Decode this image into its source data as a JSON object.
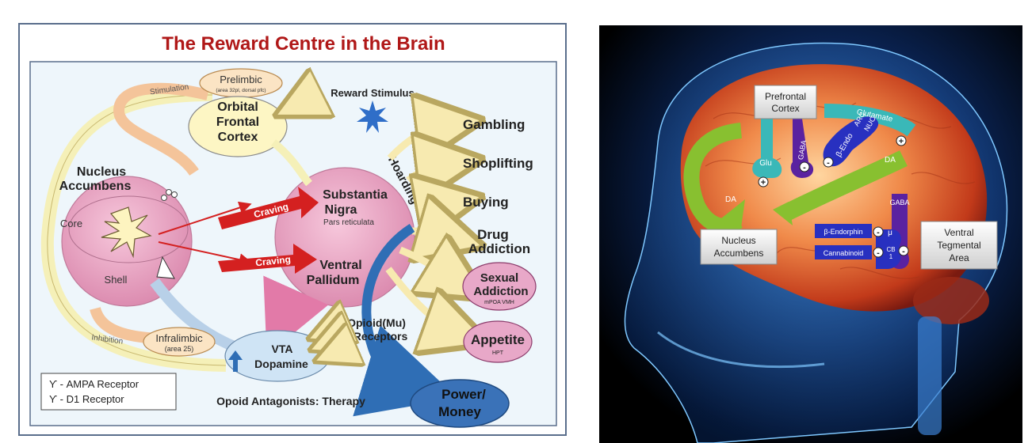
{
  "left_diagram": {
    "title": "The Reward Centre in the  Brain",
    "title_color": "#b01818",
    "nucleus_accumbens": {
      "line1": "Nucleus",
      "line2": "Accumbens",
      "core": "Core",
      "shell": "Shell"
    },
    "prelimbic": {
      "name": "Prelimbic",
      "detail": "(area 32pl, dorsal pfc)"
    },
    "stimulation": "Stimulation",
    "orbital_frontal_cortex": {
      "line1": "Orbital",
      "line2": "Frontal",
      "line3": "Cortex"
    },
    "reward_stimulus": "Reward Stimulus",
    "substantia_nigra": {
      "line1": "Substantia",
      "line2": "Nigra",
      "sub": "Pars reticulata"
    },
    "ventral_pallidum": {
      "line1": "Ventral",
      "line2": "Pallidum"
    },
    "craving": "Craving",
    "hoarding": "Hoarding",
    "outcomes": {
      "gambling": "Gambling",
      "shoplifting": "Shoplifting",
      "buying": "Buying",
      "drug_line1": "Drug",
      "drug_line2": "Addiction",
      "sexual_line1": "Sexual",
      "sexual_line2": "Addiction",
      "sexual_sub": "mPOA VMH",
      "appetite": "Appetite",
      "appetite_sub": "HPT",
      "power_line1": "Power/",
      "power_line2": "Money"
    },
    "inhibition": "Inhibition",
    "infralimbic": {
      "name": "Infralimbic",
      "detail": "(area 25)"
    },
    "vta": {
      "line1": "VTA",
      "line2": "Dopamine"
    },
    "opioid": {
      "line1": "Opioid(Mu)",
      "line2": "Receptors"
    },
    "therapy": "Opoid Antagonists: Therapy",
    "legend": {
      "ampa": "ϒ - AMPA Receptor",
      "d1": "ϒ - D1 Receptor"
    }
  },
  "right_image": {
    "prefrontal": {
      "line1": "Prefrontal",
      "line2": "Cortex"
    },
    "glutamate": "Glutamate",
    "glu": "Glu",
    "gaba": "GABA",
    "beta_endo": "β-Endo",
    "arc": "ARC",
    "nuc": "NUC",
    "da": "DA",
    "nucleus_accumbens": {
      "line1": "Nucleus",
      "line2": "Accumbens"
    },
    "beta_endorphin": "β-Endorphin",
    "cannabinoid": "Cannabinoid",
    "mu": "μ",
    "cb": "CB",
    "one": "1",
    "vta": {
      "line1": "Ventral",
      "line2": "Tegmental",
      "line3": "Area"
    },
    "plus": "+",
    "minus": "-"
  }
}
